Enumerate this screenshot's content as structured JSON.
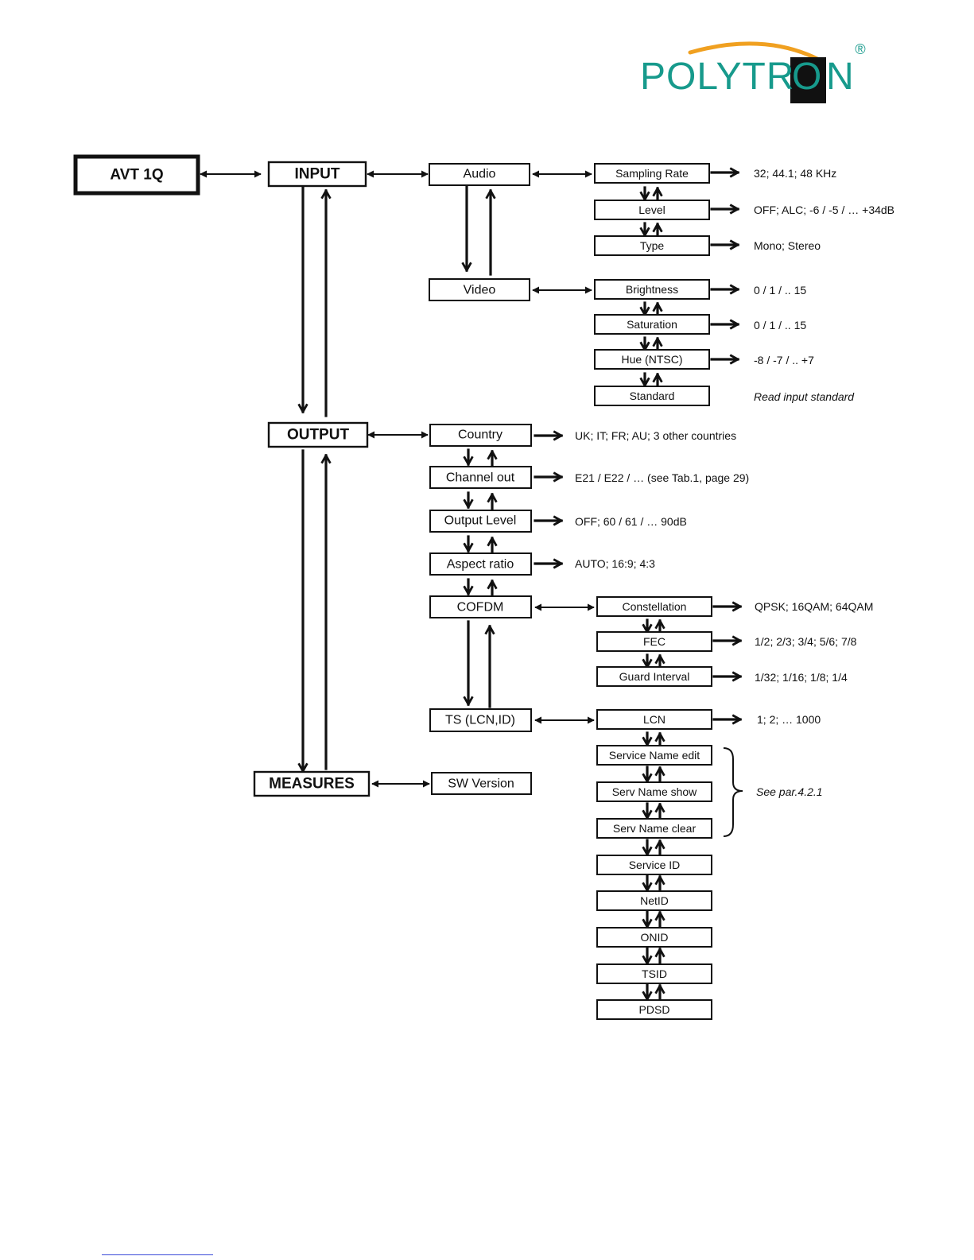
{
  "brand": {
    "name_before": "POLYTR",
    "name_o": "O",
    "name_after": "N",
    "registered": "®",
    "text_color": "#179a8c",
    "arc_color": "#f0a020",
    "block_color": "#111111"
  },
  "nodes": {
    "root": "AVT 1Q",
    "input": "INPUT",
    "output": "OUTPUT",
    "measures": "MEASURES",
    "audio": "Audio",
    "video": "Video",
    "sampling_rate": "Sampling Rate",
    "level": "Level",
    "type": "Type",
    "brightness": "Brightness",
    "saturation": "Saturation",
    "hue": "Hue (NTSC)",
    "standard": "Standard",
    "country": "Country",
    "channel_out": "Channel out",
    "output_level": "Output Level",
    "aspect_ratio": "Aspect ratio",
    "cofdm": "COFDM",
    "ts": "TS (LCN,ID)",
    "constellation": "Constellation",
    "fec": "FEC",
    "guard_interval": "Guard Interval",
    "lcn": "LCN",
    "service_name_edit": "Service Name edit",
    "serv_name_show": "Serv Name show",
    "serv_name_clear": "Serv Name clear",
    "service_id": "Service ID",
    "netid": "NetID",
    "onid": "ONID",
    "tsid": "TSID",
    "pdsd": "PDSD",
    "sw_version": "SW Version"
  },
  "values": {
    "sampling_rate": "32; 44.1; 48 KHz",
    "level": "OFF; ALC; -6 / -5 / … +34dB",
    "type": "Mono; Stereo",
    "brightness": "0 / 1 / .. 15",
    "saturation": "0 / 1 / .. 15",
    "hue": "-8 / -7 / .. +7",
    "standard": "Read input standard",
    "country": "UK; IT; FR; AU; 3 other countries",
    "channel_out": "E21 / E22 / … (see Tab.1, page 29)",
    "output_level": "OFF; 60 / 61 / … 90dB",
    "aspect_ratio": "AUTO; 16:9; 4:3",
    "constellation": "QPSK; 16QAM; 64QAM",
    "fec": "1/2; 2/3; 3/4; 5/6; 7/8",
    "guard_interval": "1/32; 1/16; 1/8; 1/4",
    "lcn": "1; 2; … 1000",
    "service_name_note": "See par.4.2.1"
  }
}
